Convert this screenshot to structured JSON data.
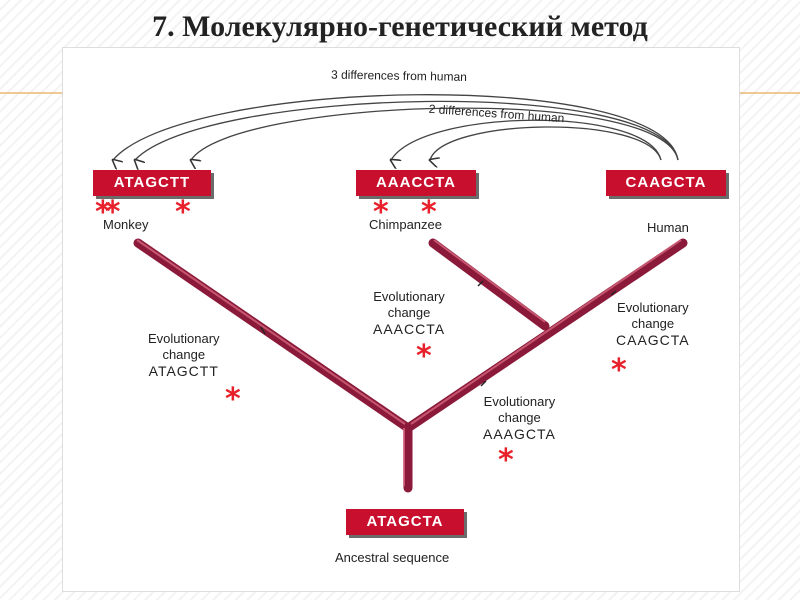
{
  "title": "7. Молекулярно-генетический метод",
  "diagram": {
    "arc_label_outer": "3 differences from human",
    "arc_label_inner": "2 differences from human",
    "species": [
      {
        "sequence": "ATAGCTT",
        "name": "Monkey"
      },
      {
        "sequence": "AAACCTA",
        "name": "Chimpanzee"
      },
      {
        "sequence": "CAAGCTA",
        "name": "Human"
      }
    ],
    "ancestor": {
      "sequence": "ATAGCTA",
      "name": "Ancestral sequence"
    },
    "changes": [
      {
        "label": "Evolutionary\nchange",
        "sequence": "ATAGCTT"
      },
      {
        "label": "Evolutionary\nchange",
        "sequence": "AAACCTA"
      },
      {
        "label": "Evolutionary\nchange",
        "sequence": "CAAGCTA"
      },
      {
        "label": "Evolutionary\nchange",
        "sequence": "AAAGCTA"
      }
    ],
    "markers": {
      "double": "**",
      "single": "*"
    },
    "colors": {
      "branch": "#8b1a3a",
      "box": "#c8102e",
      "marker": "#e8202a"
    }
  }
}
